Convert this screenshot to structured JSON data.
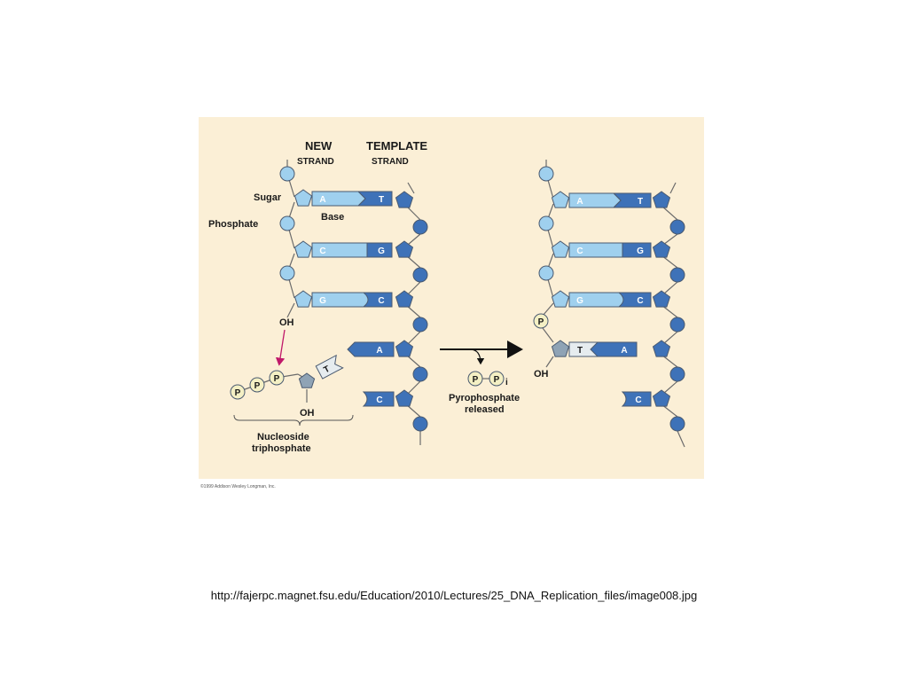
{
  "diagram": {
    "labels": {
      "new_strand_1": "NEW",
      "new_strand_2": "STRAND",
      "template_strand_1": "TEMPLATE",
      "template_strand_2": "STRAND",
      "sugar": "Sugar",
      "phosphate": "Phosphate",
      "base": "Base",
      "oh_top": "OH",
      "oh_nucleoside": "OH",
      "oh_right": "OH",
      "nucleoside_1": "Nucleoside",
      "nucleoside_2": "triphosphate",
      "pyrophosphate_1": "Pyrophosphate",
      "pyrophosphate_2": "released",
      "p": "P",
      "pi_sub": "i"
    },
    "left_pairs": [
      {
        "new": "A",
        "template": "T"
      },
      {
        "new": "C",
        "template": "G"
      },
      {
        "new": "G",
        "template": "C"
      }
    ],
    "left_incoming": {
      "nucleotide": "T",
      "template": "A"
    },
    "left_unpaired": "C",
    "right_pairs": [
      {
        "new": "A",
        "template": "T"
      },
      {
        "new": "C",
        "template": "G"
      },
      {
        "new": "G",
        "template": "C"
      },
      {
        "new": "T",
        "template": "A"
      }
    ],
    "right_unpaired": "C"
  },
  "colors": {
    "background": "#fbefd6",
    "light_blue": "#9fd0ee",
    "dark_blue": "#3e72b8",
    "phosphate_yellow": "#f4f0c4",
    "arrow_magenta": "#c0186a",
    "gray": "#8fa3b5"
  },
  "copyright": "©1999 Addison Wesley Longman, Inc.",
  "source_url": "http://fajerpc.magnet.fsu.edu/Education/2010/Lectures/25_DNA_Replication_files/image008.jpg"
}
